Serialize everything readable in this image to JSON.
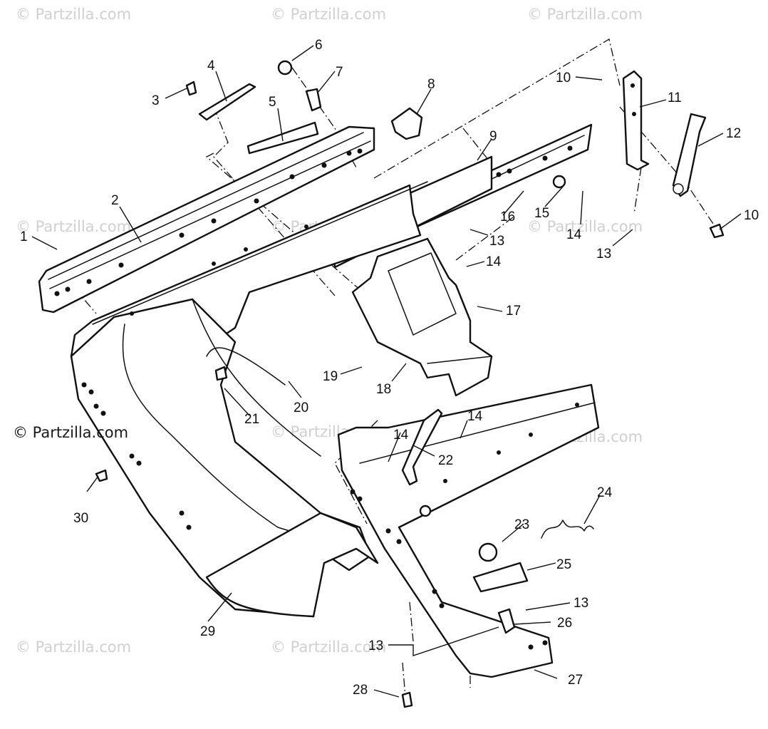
{
  "watermarks": [
    "© Partzilla.com",
    "© Partzilla.com",
    "© Partzilla.com",
    "© Partzilla.com",
    "© Partzilla.com",
    "© Partzilla.com",
    "© Partzilla.com",
    "© Partzilla.com",
    "© Partzilla.com",
    "© Partzilla.com"
  ],
  "side_watermark": "© Partzilla.com",
  "callouts": [
    "1",
    "2",
    "3",
    "4",
    "5",
    "6",
    "7",
    "8",
    "9",
    "10",
    "10",
    "11",
    "12",
    "13",
    "13",
    "13",
    "13",
    "14",
    "14",
    "14",
    "14",
    "15",
    "16",
    "17",
    "18",
    "19",
    "20",
    "21",
    "22",
    "23",
    "24",
    "25",
    "26",
    "27",
    "28",
    "29",
    "30"
  ],
  "colors": {
    "line": "#111111",
    "watermark": "#d0d0d0",
    "background": "#ffffff"
  }
}
